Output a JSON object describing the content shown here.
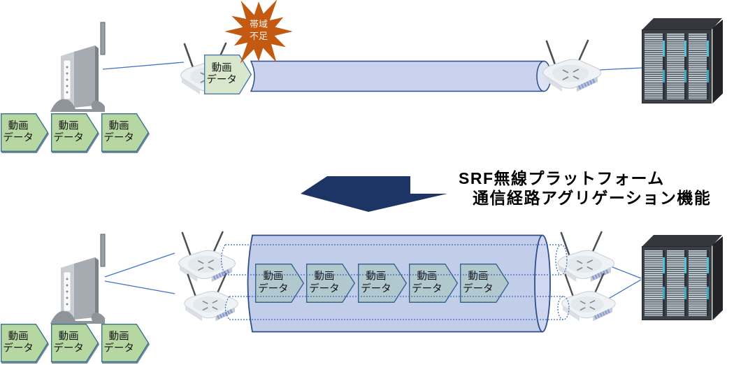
{
  "before_section": {
    "queue_packets": [
      {
        "label": "動画\nデータ"
      },
      {
        "label": "動画\nデータ"
      },
      {
        "label": "動画\nデータ"
      }
    ],
    "uplink_packet": {
      "label": "動画\nデータ"
    },
    "alert_badge": {
      "label": "帯域\n不足"
    }
  },
  "transition": {
    "title_line1": "SRF無線プラットフォーム",
    "title_line2": "通信経路アグリゲーション機能"
  },
  "after_section": {
    "queue_packets": [
      {
        "label": "動画\nデータ"
      },
      {
        "label": "動画\nデータ"
      },
      {
        "label": "動画\nデータ"
      }
    ],
    "pipe_packets": [
      {
        "label": "動画\nデータ"
      },
      {
        "label": "動画\nデータ"
      },
      {
        "label": "動画\nデータ"
      },
      {
        "label": "動画\nデータ"
      },
      {
        "label": "動画\nデータ"
      }
    ]
  },
  "colors": {
    "packet_green_fill": "#b6d7a1",
    "packet_green_border": "#37758f",
    "packet_light_green_fill": "#d9e8cd",
    "packet_teal_fill": "#b1c8cf",
    "pipe_fill": "#c5cfec",
    "pipe_border": "#2e4d8b",
    "alert_burst": "#c45911",
    "transition_arrow": "#1c3565",
    "link_line": "#4472c4"
  }
}
